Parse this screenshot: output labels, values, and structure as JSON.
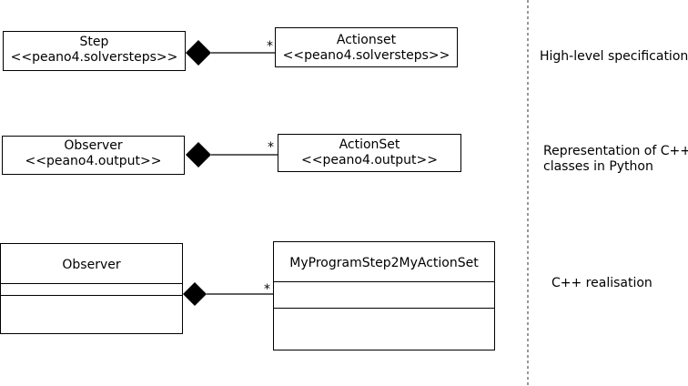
{
  "row1": {
    "left": {
      "name": "Step",
      "stereotype": "<<peano4.solversteps>>"
    },
    "right": {
      "name": "Actionset",
      "stereotype": "<<peano4.solversteps>>"
    },
    "multiplicity": "*",
    "level_label": "High-level specification"
  },
  "row2": {
    "left": {
      "name": "Observer",
      "stereotype": "<<peano4.output>>"
    },
    "right": {
      "name": "ActionSet",
      "stereotype": "<<peano4.output>>"
    },
    "multiplicity": "*",
    "level_label_lines": [
      "Representation of C++",
      "classes in Python"
    ]
  },
  "row3": {
    "left": {
      "name": "Observer"
    },
    "right": {
      "name": "MyProgramStep2MyActionSet"
    },
    "multiplicity": "*",
    "level_label": "C++ realisation"
  }
}
